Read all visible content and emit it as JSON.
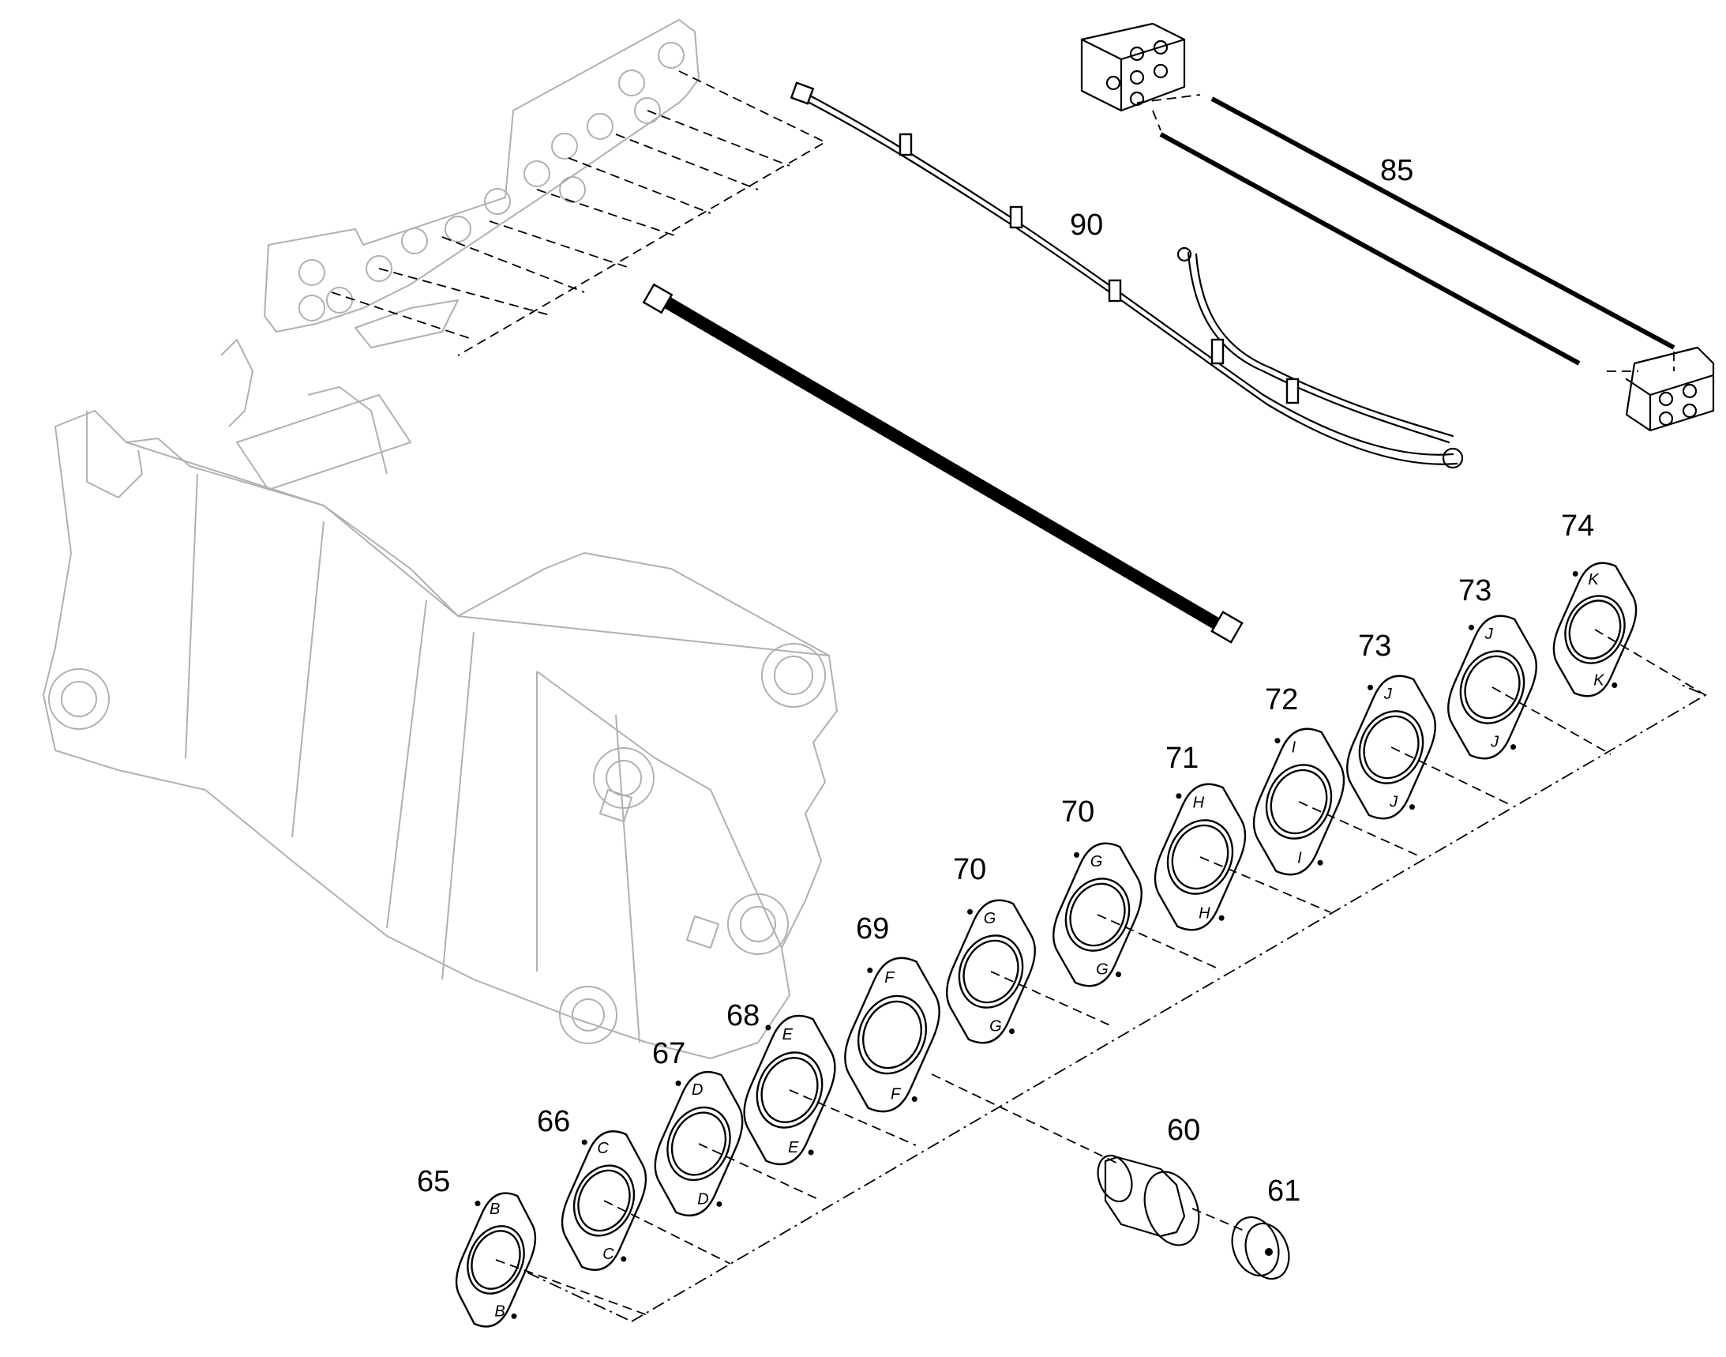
{
  "callouts": {
    "p65": "65",
    "p66": "66",
    "p67": "67",
    "p68": "68",
    "p69": "69",
    "p70a": "70",
    "p70b": "70",
    "p71": "71",
    "p72": "72",
    "p73a": "73",
    "p73b": "73",
    "p74": "74",
    "p60": "60",
    "p61": "61",
    "p85": "85",
    "p90": "90"
  },
  "gasket_letters": {
    "g65": "B",
    "g66": "C",
    "g67": "D",
    "g68": "E",
    "g69": "F",
    "g70a": "G",
    "g70b": "G",
    "g71": "H",
    "g72": "I",
    "g73a": "J",
    "g73b": "J",
    "g74": "K"
  }
}
